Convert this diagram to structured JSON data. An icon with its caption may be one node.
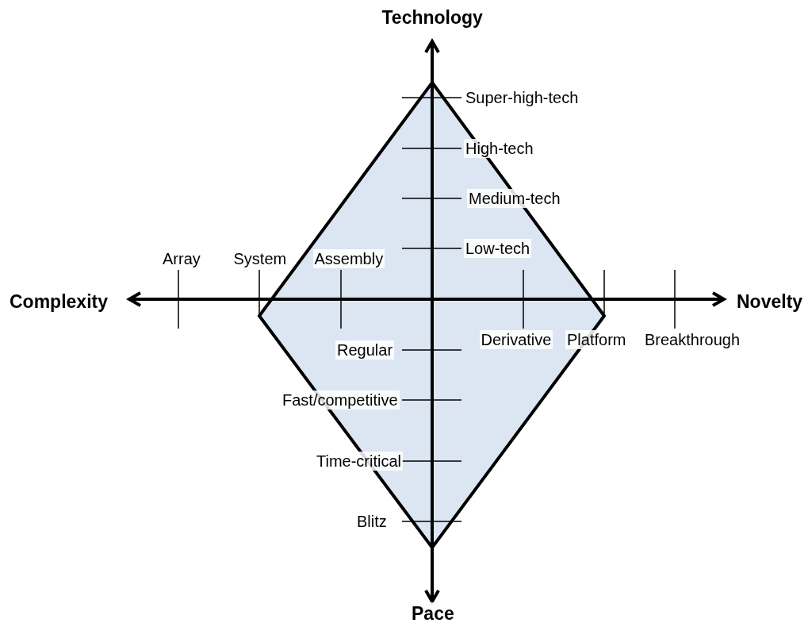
{
  "diagram": {
    "labels": [
      "Technology",
      "Super-high-tech",
      "High-tech",
      "Medium-tech",
      "Array",
      "System",
      "Assembly",
      "Low-tech",
      "Complexity",
      "Novelty",
      "Derivative",
      "Platform",
      "Breakthrough",
      "Regular",
      "Fast/competitive",
      "Time-critical",
      "Blitz",
      "Pace"
    ]
  }
}
